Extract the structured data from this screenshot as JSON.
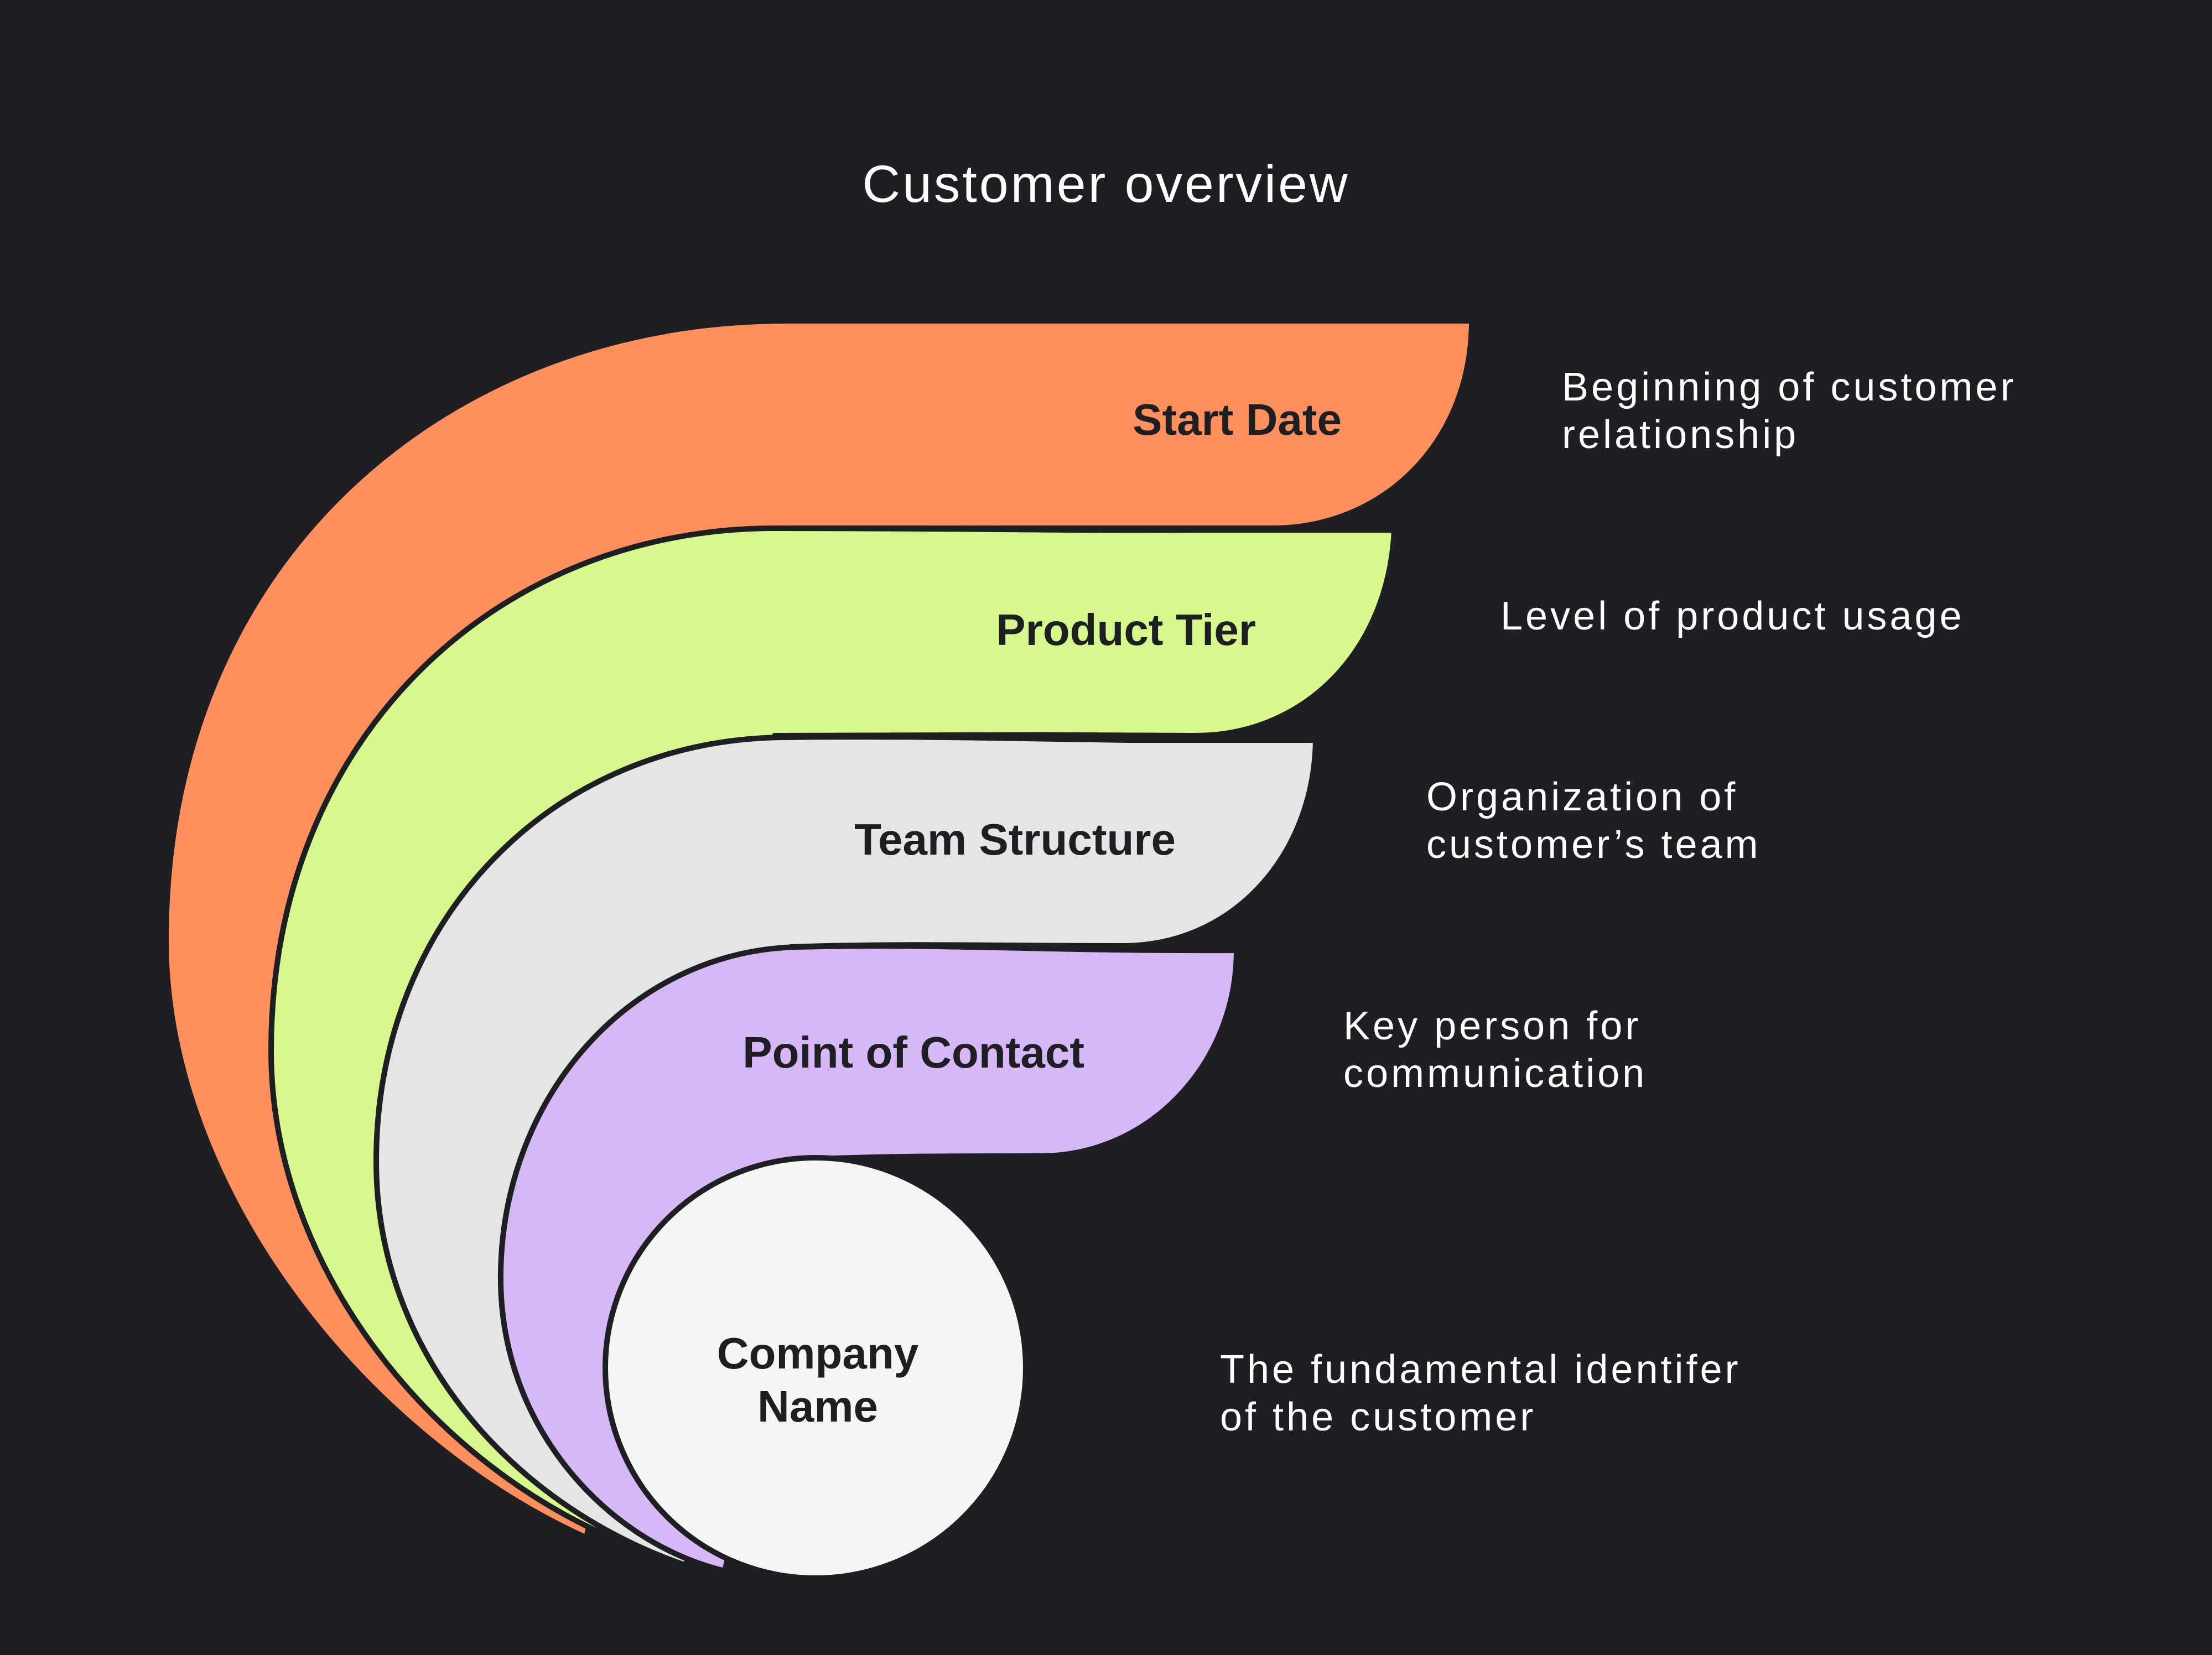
{
  "title": "Customer overview",
  "colors": {
    "background": "#1e1f23",
    "start_date": "#ff8f5d",
    "product_tier": "#d8f78d",
    "team_structure": "#e5e5e5",
    "point_of_contact": "#d5b8f5",
    "company_name": "#f5f5f3",
    "text_dark": "#1e1f23",
    "text_light": "#ffffff"
  },
  "layers": [
    {
      "label": "Start Date",
      "description_lines": [
        "Beginning of customer",
        "relationship"
      ]
    },
    {
      "label": "Product Tier",
      "description_lines": [
        "Level of product usage"
      ]
    },
    {
      "label": "Team Structure",
      "description_lines": [
        "Organization of",
        "customer’s team"
      ]
    },
    {
      "label": "Point of Contact",
      "description_lines": [
        "Key person for",
        "communication"
      ]
    },
    {
      "label_lines": [
        "Company",
        "Name"
      ],
      "description_lines": [
        "The fundamental identifer",
        "of the customer"
      ]
    }
  ]
}
